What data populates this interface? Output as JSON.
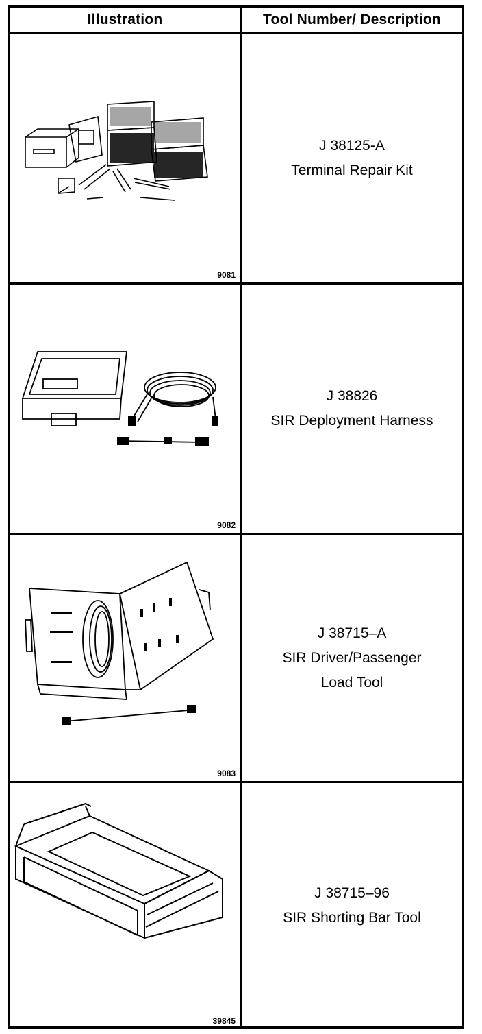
{
  "header": {
    "illustration": "Illustration",
    "tool": "Tool Number/ Description"
  },
  "rows": [
    {
      "figure": "9081",
      "illustration_icon": "terminal-repair-kit-icon",
      "tool_number": "J 38125-A",
      "description_lines": [
        "Terminal Repair Kit"
      ]
    },
    {
      "figure": "9082",
      "illustration_icon": "deployment-harness-icon",
      "tool_number": "J 38826",
      "description_lines": [
        "SIR Deployment Harness"
      ]
    },
    {
      "figure": "9083",
      "illustration_icon": "load-tool-case-icon",
      "tool_number": "J 38715–A",
      "description_lines": [
        "SIR Driver/Passenger",
        "Load Tool"
      ]
    },
    {
      "figure": "39845",
      "illustration_icon": "shorting-bar-tool-icon",
      "tool_number": "J 38715–96",
      "description_lines": [
        "SIR Shorting Bar Tool"
      ]
    }
  ]
}
